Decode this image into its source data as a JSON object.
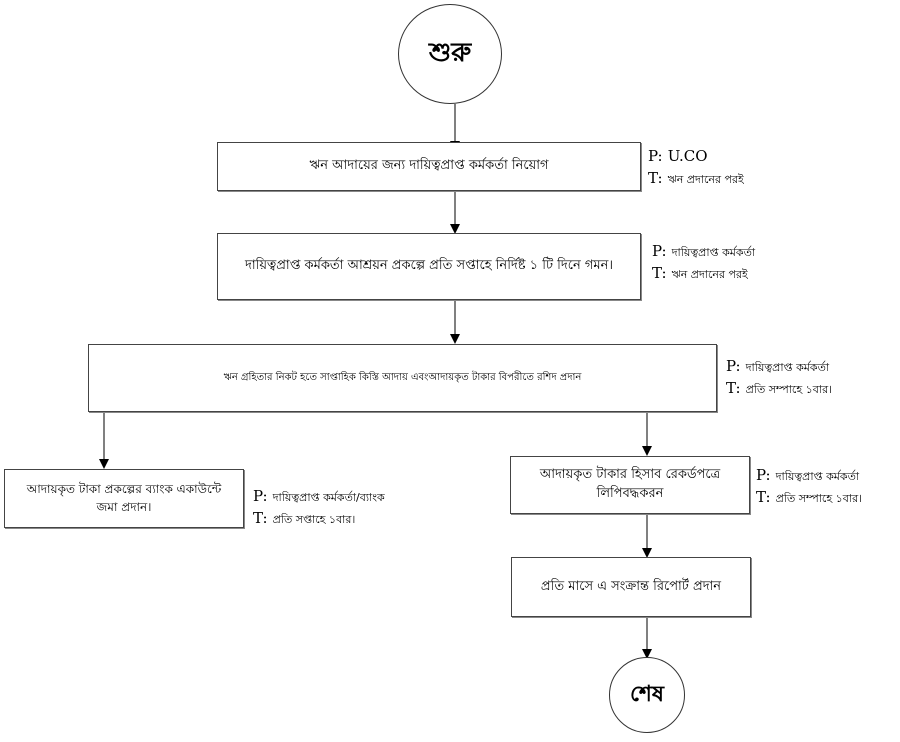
{
  "start": "শুরু",
  "end": "শেষ",
  "steps": [
    {
      "text": "ঋন আদায়ের জন্য দায়িত্বপ্রাপ্ত কর্মকর্তা নিয়োগ",
      "p": "U.CO",
      "t": "ঋন প্রদানের পরই"
    },
    {
      "text": "দায়িত্বপ্রাপ্ত কর্মকর্তা আশ্রয়ন প্রকল্পে প্রতি সপ্তাহে নির্দিষ্ট ১ টি দিনে গমন।",
      "p": "দায়িত্বপ্রাপ্ত কর্মকর্তা",
      "t": "ঋন প্রদানের পরই"
    },
    {
      "text": "ঋন গ্রহিতার নিকট হতে সাপ্তাহিক কিস্তি আদায় এবংআদায়কৃত টাকার বিপরীতে রশিদ প্রদান",
      "p": "দায়িত্বপ্রাপ্ত কর্মকর্তা",
      "t": "প্রতি সম্পাহে ১বার।"
    },
    {
      "text": "আদায়কৃত টাকা প্রকল্পের ব্যাংক একাউন্টে জমা প্রদান।",
      "p": "দায়িত্বপ্রাপ্ত কর্মকর্তা/ব্যাংক",
      "t": "প্রতি সপ্তাহে ১বার।"
    },
    {
      "text": "আদায়কৃত টাকার হিসাব রেকর্ডপত্রে লিপিবদ্ধকরন",
      "p": "দায়িত্বপ্রাপ্ত কর্মকর্তা",
      "t": "প্রতি সম্পাহে ১বার।"
    },
    {
      "text": "প্রতি মাসে এ সংক্রান্ত রিপোর্ট প্রদান"
    }
  ],
  "labels": {
    "p_prefix": "P:",
    "t_prefix": "T:"
  }
}
